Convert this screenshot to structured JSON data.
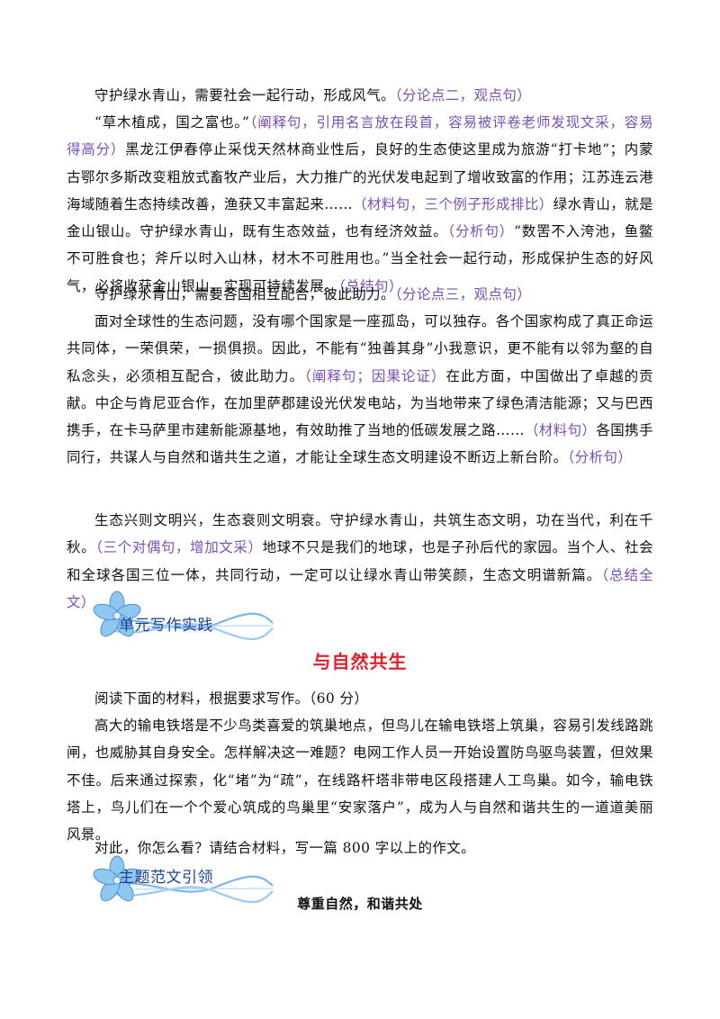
{
  "section1": {
    "p1_text": "守护绿水青山，需要社会一起行动，形成风气。",
    "p1_note": "（分论点二，观点句）",
    "p2_quote": "“草木植成，国之富也。”",
    "p2_note1": "（阐释句，引用名言放在段首，容易被评卷老师发现文采，容易得高分）",
    "p2_text1": "黑龙江伊春停止采伐天然林商业性后，良好的生态使这里成为旅游“打卡地”；内蒙古鄂尔多斯改变粗放式畜牧产业后，大力推广的光伏发电起到了增收致富的作用；江苏连云港海域随着生态持续改善，渔获又丰富起来……",
    "p2_note2": "（材料句，三个例子形成排比）",
    "p2_text2": "绿水青山，就是金山银山。守护绿水青山，既有生态效益，也有经济效益。",
    "p2_note3": "（分析句）",
    "p2_text3": "“数罟不入洿池，鱼鳖不可胜食也；斧斤以时入山林，材木不可胜用也。”当全社会一起行动，形成保护生态的好风气，必将收获金山银山，实现可持续发展。",
    "p2_note4": "（总结句）",
    "p3_text": "守护绿水青山，需要各国相互配合，彼此助力。",
    "p3_note": "（分论点三，观点句）",
    "p4_text1": "面对全球性的生态问题，没有哪个国家是一座孤岛，可以独存。各个国家构成了真正命运共同体，一荣俱荣，一损俱损。因此，不能有“独善其身”小我意识，更不能有以邻为壑的自私念头，必须相互配合，彼此助力。",
    "p4_note1": "（阐释句；因果论证）",
    "p4_text2": "在此方面，中国做出了卓越的贡献。中企与肯尼亚合作，在加里萨郡建设光伏发电站，为当地带来了绿色清洁能源；又与巴西携手，在卡马萨里市建新能源基地，有效助推了当地的低碳发展之路……",
    "p4_note2": "（材料句）",
    "p4_text3": "各国携手同行，共谋人与自然和谐共生之道，才能让全球生态文明建设不断迈上新台阶。",
    "p4_note3": "（分析句）",
    "p5_text1": "生态兴则文明兴，生态衰则文明衰。守护绿水青山，共筑生态文明，功在当代，利在千秋。",
    "p5_note1": "（三个对偶句，增加文采）",
    "p5_text2": "地球不只是我们的地球，也是子孙后代的家园。当个人、社会和全球各国三位一体，共同行动，一定可以让绿水青山带笑颜，生态文明谱新篇。",
    "p5_note2": "（总结全文）"
  },
  "banner1": {
    "label": "单元写作实践",
    "icon": "flower-icon"
  },
  "section2": {
    "title": "与自然共生",
    "prompt": "阅读下面的材料，根据要求写作。（60 分）",
    "material": "高大的输电铁塔是不少鸟类喜爱的筑巢地点，但鸟儿在输电铁塔上筑巢，容易引发线路跳闸，也威胁其自身安全。怎样解决这一难题？电网工作人员一开始设置防鸟驱鸟装置，但效果不佳。后来通过探索，化“堵”为“疏”，在线路杆塔非带电区段搭建人工鸟巢。如今，输电铁塔上，鸟儿们在一个个爱心筑成的鸟巢里“安家落户”，成为人与自然和谐共生的一道道美丽风景。",
    "task": "对此，你怎么看？请结合材料，写一篇 800 字以上的作文。"
  },
  "banner2": {
    "label": "主题范文引领",
    "icon": "flower-icon"
  },
  "section3": {
    "title": "尊重自然，和谐共处"
  },
  "colors": {
    "note": "#7b4fb2",
    "title": "#e0202a",
    "banner_text": "#1d3f9a"
  }
}
